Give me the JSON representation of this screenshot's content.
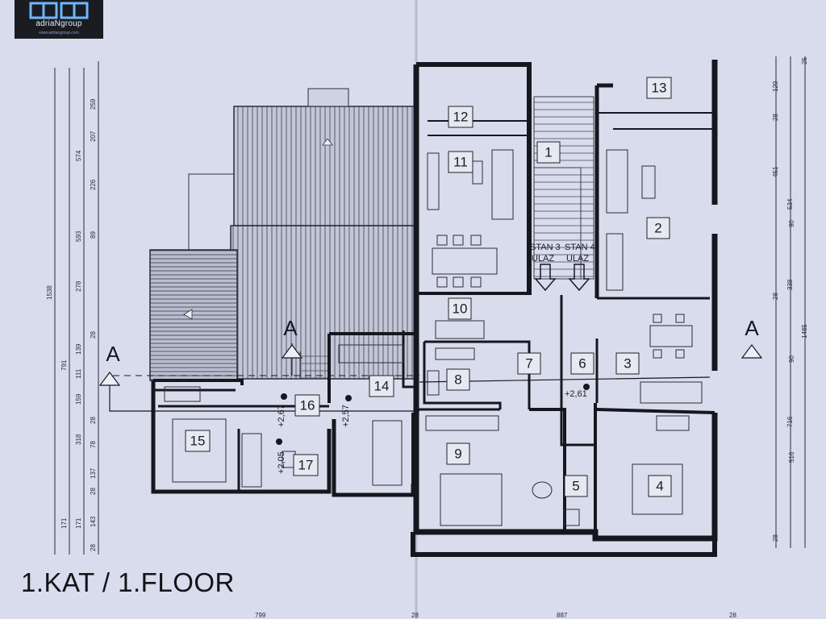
{
  "logo": {
    "name": "adriaNgroup",
    "url": "www.adriangroup.com"
  },
  "title": "1.KAT / 1.FLOOR",
  "rooms": [
    "1",
    "2",
    "3",
    "4",
    "5",
    "6",
    "7",
    "8",
    "9",
    "10",
    "11",
    "12",
    "13",
    "14",
    "15",
    "16",
    "17"
  ],
  "entrances": [
    {
      "stan": "STAN 3",
      "ulaz": "ULAZ"
    },
    {
      "stan": "STAN 4",
      "ulaz": "ULAZ"
    }
  ],
  "section_marks": [
    "A",
    "A",
    "A"
  ],
  "levels": [
    "+2,61",
    "+2,67",
    "+2,57",
    "+2,05"
  ],
  "left_dims": {
    "outer": "1538",
    "mid": [
      "791",
      "171"
    ],
    "inner": [
      "574",
      "593",
      "278",
      "139",
      "111",
      "159",
      "318",
      "171"
    ],
    "innermost": [
      "259",
      "207",
      "226",
      "89",
      "28",
      "28",
      "78",
      "137",
      "28",
      "143",
      "28"
    ]
  },
  "right_dims": {
    "outer": "1485",
    "mid": [
      "534",
      "338",
      "716"
    ],
    "inner": [
      "129",
      "28",
      "451",
      "90",
      "28",
      "90",
      "516",
      "28",
      "25"
    ]
  },
  "bottom_dims": [
    "799",
    "28",
    "887",
    "28"
  ]
}
